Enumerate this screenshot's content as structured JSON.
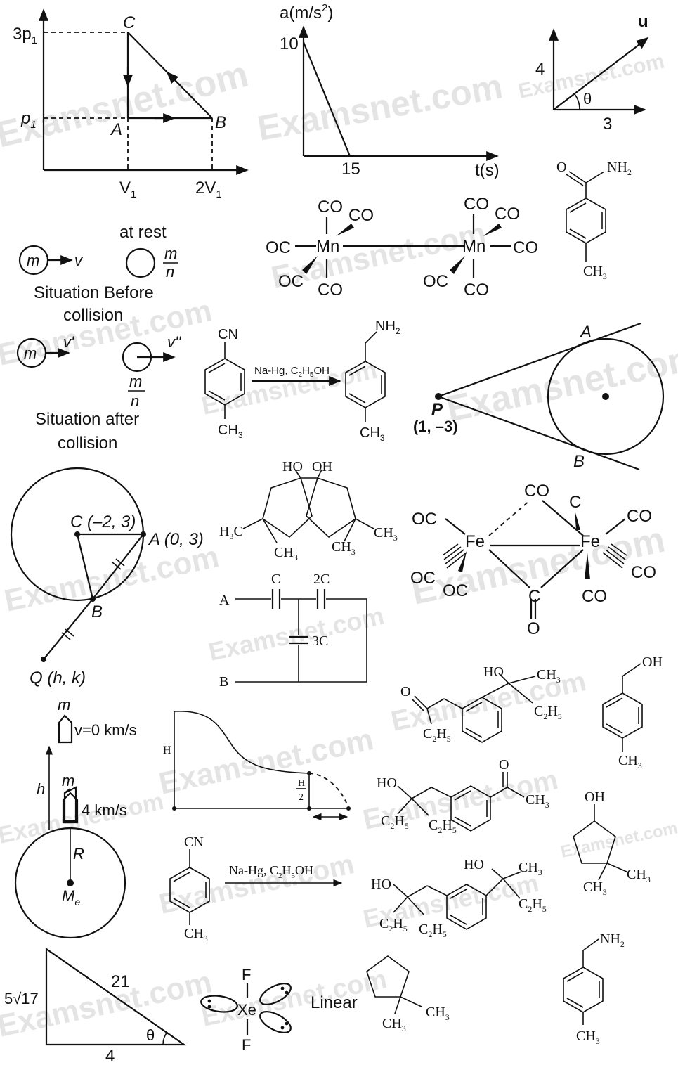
{
  "watermark": "Examsnet.com",
  "pv_diagram": {
    "y_top": "3p",
    "y_top_sub": "1",
    "y_mid": "p",
    "y_mid_sub": "1",
    "x_1": "V",
    "x_1_sub": "1",
    "x_2": "2V",
    "x_2_sub": "1",
    "pt_c": "C",
    "pt_a": "A",
    "pt_b": "B"
  },
  "accel_graph": {
    "y_label": "a(m/s",
    "y_label_sup": "2",
    "y_label_end": ")",
    "y_value": "10",
    "x_value": "15",
    "x_label": "t(s)"
  },
  "vector_diagram": {
    "label_u": "u",
    "label_4": "4",
    "label_3": "3",
    "label_theta": "θ"
  },
  "benzamide": {
    "o": "O",
    "nh2": "NH",
    "nh2_sub": "2",
    "ch3": "CH",
    "ch3_sub": "3"
  },
  "mn_complex": {
    "co": "CO",
    "oc": "OC",
    "mn": "Mn"
  },
  "collision": {
    "at_rest": "at rest",
    "m": "m",
    "v": "v",
    "m_frac_top": "m",
    "m_frac_bot": "n",
    "before_1": "Situation Before",
    "before_2": "collision",
    "v1": "v'",
    "v2": "v''",
    "after_1": "Situation after",
    "after_2": "collision"
  },
  "reduction1": {
    "cn": "CN",
    "ch3": "CH",
    "ch3_sub": "3",
    "reagent": "Na-Hg, C",
    "reagent_sub1": "2",
    "reagent_mid": "H",
    "reagent_sub2": "5",
    "reagent_end": "OH",
    "nh2": "NH",
    "nh2_sub": "2"
  },
  "tangent_circle": {
    "a": "A",
    "b": "B",
    "p": "P",
    "p_coord": "(1, –3)"
  },
  "circle_geom": {
    "c": "C (–2, 3)",
    "a": "A (0, 3)",
    "b": "B",
    "q": "Q (h, k)"
  },
  "diol": {
    "ho": "HO",
    "oh": "OH",
    "h3c": "H",
    "h3c_sub": "3",
    "h3c_end": "C",
    "ch3": "CH",
    "ch3_sub": "3"
  },
  "fe_complex": {
    "co": "CO",
    "oc": "OC",
    "fe": "Fe",
    "c": "C",
    "o": "O"
  },
  "capacitors": {
    "a": "A",
    "b": "B",
    "c1": "C",
    "c2": "2C",
    "c3": "3C"
  },
  "ketone": {
    "o": "O",
    "c2h5": "C",
    "c2h5_sub1": "2",
    "c2h5_mid": "H",
    "c2h5_sub2": "5",
    "ho": "HO",
    "ch3": "CH",
    "ch3_sub": "3"
  },
  "benzyl_alcohol": {
    "oh": "OH",
    "ch3": "CH",
    "ch3_sub": "3"
  },
  "rocket": {
    "m": "m",
    "v0": "v=0 km/s",
    "h": "h",
    "v4": "4 km/s",
    "r": "R",
    "me": "M",
    "me_sub": "e"
  },
  "slide": {
    "h": "H",
    "h2_top": "H",
    "h2_bot": "2"
  },
  "ketone2": {
    "ho": "HO",
    "o": "O",
    "ch3": "CH",
    "ch3_sub": "3",
    "c2h5": "C",
    "c2h5_sub1": "2",
    "c2h5_mid": "H",
    "c2h5_sub2": "5"
  },
  "cyclopentanol": {
    "oh": "OH",
    "ch3": "CH",
    "ch3_sub": "3"
  },
  "reduction2": {
    "cn": "CN",
    "ch3": "CH",
    "ch3_sub": "3",
    "reagent": "Na-Hg, C",
    "reagent_sub1": "2",
    "reagent_mid": "H",
    "reagent_sub2": "5",
    "reagent_end": "OH"
  },
  "diol2": {
    "ho": "HO",
    "ch3": "CH",
    "ch3_sub": "3",
    "c2h5": "C",
    "c2h5_sub1": "2",
    "c2h5_mid": "H",
    "c2h5_sub2": "5"
  },
  "triangle": {
    "hyp": "21",
    "side": "5√17",
    "base": "4",
    "theta": "θ"
  },
  "xef2": {
    "f": "F",
    "xe": "Xe",
    "shape": "Linear"
  },
  "dimethylcyclopentane": {
    "ch3": "CH",
    "ch3_sub": "3"
  },
  "benzylamine": {
    "nh2": "NH",
    "nh2_sub": "2",
    "ch3": "CH",
    "ch3_sub": "3"
  }
}
